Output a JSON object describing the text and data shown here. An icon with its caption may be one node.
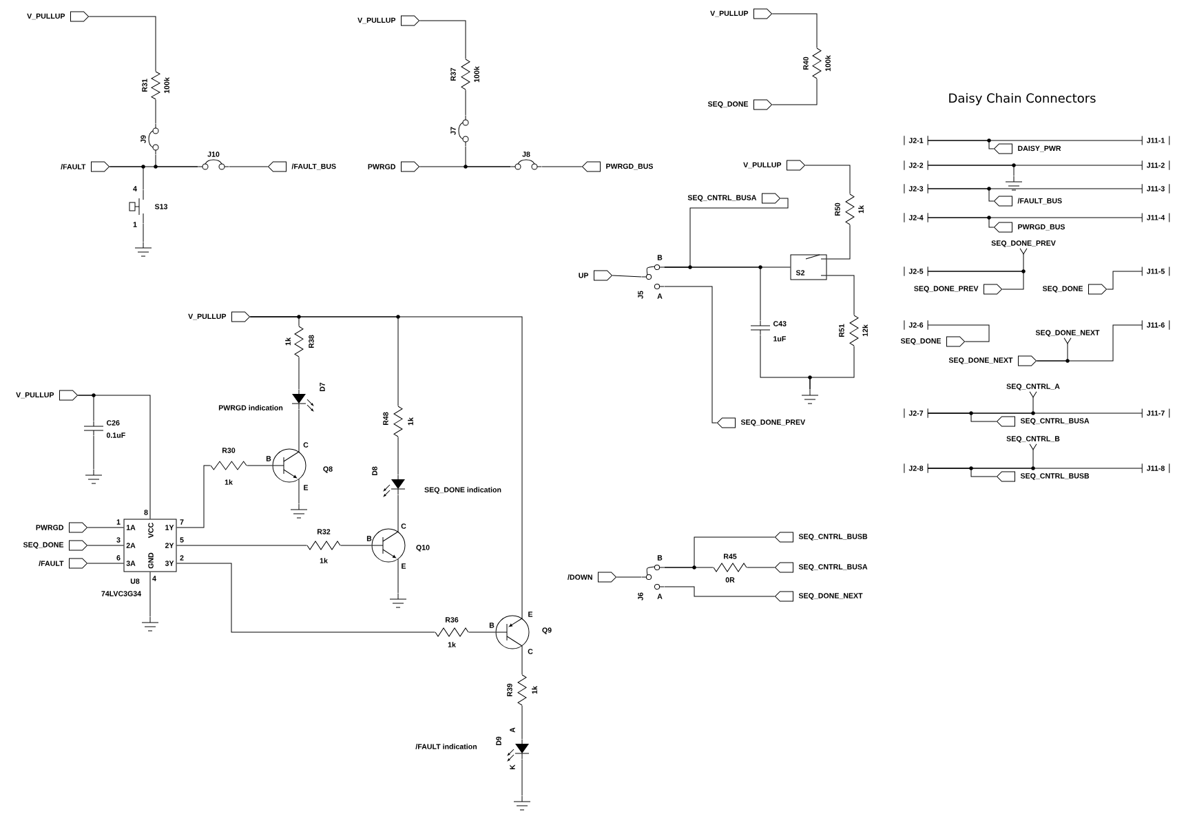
{
  "diagram": {
    "nodes": [
      {
        "text": [
          "V_PULLUP"
        ]
      },
      {
        "text": [],
        "shape": "resistor",
        "beside": [
          "R31",
          "100k"
        ]
      },
      {
        "text": [],
        "shape": "jumper",
        "beside": [
          "J9"
        ]
      },
      {
        "text": [
          "/FAULT"
        ]
      },
      {
        "text": [],
        "shape": "switch",
        "beside": [
          "4",
          "1",
          "S13"
        ]
      },
      {
        "text": [],
        "shape": "ground"
      },
      {
        "text": [],
        "shape": "jumper",
        "beside": [
          "J10"
        ]
      },
      {
        "text": [
          "/FAULT_BUS"
        ]
      },
      {
        "text": [
          "V_PULLUP"
        ]
      },
      {
        "text": [],
        "shape": "resistor",
        "beside": [
          "R37",
          "100k"
        ]
      },
      {
        "text": [],
        "shape": "jumper",
        "beside": [
          "J7"
        ]
      },
      {
        "text": [
          "PWRGD"
        ]
      },
      {
        "text": [],
        "shape": "jumper",
        "beside": [
          "J8"
        ]
      },
      {
        "text": [
          "PWRGD_BUS"
        ]
      },
      {
        "text": [
          "V_PULLUP"
        ]
      },
      {
        "text": [],
        "shape": "resistor",
        "beside": [
          "R40",
          "100k"
        ]
      },
      {
        "text": [
          "SEQ_DONE"
        ]
      },
      {
        "text": [
          "V_PULLUP"
        ]
      },
      {
        "text": [
          "SEQ_CNTRL_BUSA"
        ]
      },
      {
        "text": [
          "UP"
        ]
      },
      {
        "text": [],
        "shape": "jumper",
        "beside": [
          "B",
          "A",
          "J5"
        ]
      },
      {
        "text": [
          "S2"
        ]
      },
      {
        "text": [],
        "shape": "resistor",
        "beside": [
          "R50",
          "1k"
        ]
      },
      {
        "text": [],
        "shape": "capacitor",
        "beside": [
          "C43",
          "1uF"
        ]
      },
      {
        "text": [],
        "shape": "resistor",
        "beside": [
          "R51",
          "12k"
        ]
      },
      {
        "text": [],
        "shape": "ground"
      },
      {
        "text": [
          "SEQ_DONE_PREV"
        ]
      },
      {
        "text": [
          "J2-1"
        ]
      },
      {
        "text": [
          "J11-1"
        ]
      },
      {
        "text": [
          "DAISY_PWR"
        ]
      },
      {
        "text": [
          "J2-2"
        ]
      },
      {
        "text": [
          "J11-2"
        ]
      },
      {
        "text": [],
        "shape": "ground"
      },
      {
        "text": [
          "J2-3"
        ]
      },
      {
        "text": [
          "J11-3"
        ]
      },
      {
        "text": [
          "/FAULT_BUS"
        ]
      },
      {
        "text": [
          "J2-4"
        ]
      },
      {
        "text": [
          "J11-4"
        ]
      },
      {
        "text": [
          "PWRGD_BUS"
        ]
      },
      {
        "text": [
          "SEQ_DONE_PREV"
        ]
      },
      {
        "text": [
          "J2-5"
        ]
      },
      {
        "text": [
          "J11-5"
        ]
      },
      {
        "text": [
          "SEQ_DONE_PREV"
        ]
      },
      {
        "text": [
          "SEQ_DONE"
        ]
      },
      {
        "text": [
          "J2-6"
        ]
      },
      {
        "text": [
          "J11-6"
        ]
      },
      {
        "text": [
          "SEQ_DONE"
        ]
      },
      {
        "text": [
          "SEQ_DONE_NEXT"
        ]
      },
      {
        "text": [
          "SEQ_DONE_NEXT"
        ]
      },
      {
        "text": [
          "SEQ_CNTRL_A"
        ]
      },
      {
        "text": [
          "J2-7"
        ]
      },
      {
        "text": [
          "J11-7"
        ]
      },
      {
        "text": [
          "SEQ_CNTRL_BUSA"
        ]
      },
      {
        "text": [
          "SEQ_CNTRL_B"
        ]
      },
      {
        "text": [
          "J2-8"
        ]
      },
      {
        "text": [
          "J11-8"
        ]
      },
      {
        "text": [
          "SEQ_CNTRL_BUSB"
        ]
      },
      {
        "text": [
          "/DOWN"
        ]
      },
      {
        "text": [],
        "shape": "jumper",
        "beside": [
          "B",
          "A",
          "J6"
        ]
      },
      {
        "text": [],
        "shape": "resistor",
        "beside": [
          "R45",
          "0R"
        ]
      },
      {
        "text": [
          "SEQ_CNTRL_BUSB"
        ]
      },
      {
        "text": [
          "SEQ_CNTRL_BUSA"
        ]
      },
      {
        "text": [
          "SEQ_DONE_NEXT"
        ]
      },
      {
        "text": [
          "V_PULLUP"
        ]
      },
      {
        "text": [],
        "shape": "resistor",
        "beside": [
          "1k",
          "R38"
        ]
      },
      {
        "text": [],
        "shape": "diode",
        "beside": [
          "D7",
          "PWRGD indication"
        ]
      },
      {
        "text": [],
        "shape": "resistor",
        "beside": [
          "R48",
          "1k"
        ]
      },
      {
        "text": [
          "V_PULLUP"
        ]
      },
      {
        "text": [],
        "shape": "capacitor",
        "beside": [
          "C26",
          "0.1uF"
        ]
      },
      {
        "text": [],
        "shape": "ground"
      },
      {
        "text": [],
        "shape": "resistor",
        "beside": [
          "R30",
          "1k"
        ]
      },
      {
        "text": [],
        "shape": "transistor",
        "beside": [
          "B",
          "C",
          "E",
          "Q8"
        ]
      },
      {
        "text": [],
        "shape": "ground"
      },
      {
        "text": [],
        "shape": "diode",
        "beside": [
          "D8",
          "SEQ_DONE indication"
        ]
      },
      {
        "text": [
          "PWRGD"
        ]
      },
      {
        "text": [
          "SEQ_DONE"
        ]
      },
      {
        "text": [
          "/FAULT"
        ]
      },
      {
        "text": [
          "1A",
          "2A",
          "3A",
          "VCC",
          "GND",
          "1Y",
          "2Y",
          "3Y"
        ],
        "beside": [
          "8",
          "1",
          "3",
          "6",
          "7",
          "5",
          "2",
          "4",
          "U8",
          "74LVC3G34"
        ]
      },
      {
        "text": [],
        "shape": "resistor",
        "beside": [
          "R32",
          "1k"
        ]
      },
      {
        "text": [],
        "shape": "transistor",
        "beside": [
          "B",
          "C",
          "E",
          "Q10"
        ]
      },
      {
        "text": [],
        "shape": "ground"
      },
      {
        "text": [],
        "shape": "ground"
      },
      {
        "text": [],
        "shape": "resistor",
        "beside": [
          "R36",
          "1k"
        ]
      },
      {
        "text": [],
        "shape": "transistor",
        "beside": [
          "E",
          "B",
          "C",
          "Q9"
        ]
      },
      {
        "text": [],
        "shape": "resistor",
        "beside": [
          "R39",
          "1k"
        ]
      },
      {
        "text": [],
        "shape": "diode",
        "beside": [
          "A",
          "D9",
          "K",
          "/FAULT indication"
        ]
      },
      {
        "text": [],
        "shape": "ground"
      }
    ],
    "edges": [
      {
        "from": 0,
        "to": 1,
        "arrow": "none"
      },
      {
        "from": 1,
        "to": 2,
        "arrow": "none"
      },
      {
        "from": 3,
        "to": 6,
        "arrow": "none"
      },
      {
        "from": 4,
        "to": 3,
        "arrow": "none"
      },
      {
        "from": 2,
        "to": 6,
        "arrow": "none"
      },
      {
        "from": 4,
        "to": 5,
        "arrow": "none"
      },
      {
        "from": 6,
        "to": 7,
        "arrow": "none"
      },
      {
        "from": 8,
        "to": 9,
        "arrow": "none"
      },
      {
        "from": 9,
        "to": 10,
        "arrow": "none"
      },
      {
        "from": 11,
        "to": 12,
        "arrow": "none"
      },
      {
        "from": 10,
        "to": 12,
        "arrow": "none"
      },
      {
        "from": 12,
        "to": 13,
        "arrow": "none"
      },
      {
        "from": 14,
        "to": 15,
        "arrow": "none"
      },
      {
        "from": 16,
        "to": 15,
        "arrow": "none"
      },
      {
        "from": 17,
        "to": 22,
        "arrow": "none"
      },
      {
        "from": 22,
        "to": 21,
        "arrow": "none"
      },
      {
        "from": 19,
        "to": 20,
        "arrow": "none"
      },
      {
        "from": 20,
        "to": 21,
        "arrow": "none"
      },
      {
        "from": 18,
        "to": 20,
        "arrow": "none"
      },
      {
        "from": 23,
        "to": 20,
        "arrow": "none"
      },
      {
        "from": 21,
        "to": 24,
        "arrow": "none"
      },
      {
        "from": 24,
        "to": 25,
        "arrow": "none"
      },
      {
        "from": 23,
        "to": 25,
        "arrow": "none"
      },
      {
        "from": 20,
        "to": 26,
        "arrow": "none"
      },
      {
        "from": 27,
        "to": 28,
        "arrow": "none"
      },
      {
        "from": 29,
        "to": 27,
        "arrow": "none"
      },
      {
        "from": 30,
        "to": 31,
        "arrow": "none"
      },
      {
        "from": 32,
        "to": 30,
        "arrow": "none"
      },
      {
        "from": 33,
        "to": 34,
        "arrow": "none"
      },
      {
        "from": 35,
        "to": 33,
        "arrow": "none"
      },
      {
        "from": 36,
        "to": 37,
        "arrow": "none"
      },
      {
        "from": 38,
        "to": 36,
        "arrow": "none"
      },
      {
        "from": 39,
        "to": 40,
        "arrow": "other"
      },
      {
        "from": 40,
        "to": 42,
        "arrow": "none"
      },
      {
        "from": 41,
        "to": 43,
        "arrow": "none"
      },
      {
        "from": 44,
        "to": 46,
        "arrow": "none"
      },
      {
        "from": 45,
        "to": 48,
        "arrow": "none"
      },
      {
        "from": 47,
        "to": 48,
        "arrow": "other"
      },
      {
        "from": 50,
        "to": 51,
        "arrow": "none"
      },
      {
        "from": 49,
        "to": 50,
        "arrow": "other"
      },
      {
        "from": 52,
        "to": 50,
        "arrow": "none"
      },
      {
        "from": 54,
        "to": 55,
        "arrow": "none"
      },
      {
        "from": 53,
        "to": 54,
        "arrow": "other"
      },
      {
        "from": 56,
        "to": 54,
        "arrow": "none"
      },
      {
        "from": 57,
        "to": 58,
        "arrow": "none"
      },
      {
        "from": 58,
        "to": 59,
        "arrow": "none"
      },
      {
        "from": 58,
        "to": 60,
        "arrow": "none"
      },
      {
        "from": 59,
        "to": 61,
        "arrow": "none"
      },
      {
        "from": 58,
        "to": 62,
        "arrow": "none"
      },
      {
        "from": 63,
        "to": 64,
        "arrow": "none"
      },
      {
        "from": 64,
        "to": 65,
        "arrow": "none"
      },
      {
        "from": 65,
        "to": 71,
        "arrow": "none"
      },
      {
        "from": 70,
        "to": 71,
        "arrow": "none"
      },
      {
        "from": 77,
        "to": 70,
        "arrow": "none"
      },
      {
        "from": 71,
        "to": 72,
        "arrow": "none"
      },
      {
        "from": 63,
        "to": 66,
        "arrow": "none"
      },
      {
        "from": 66,
        "to": 73,
        "arrow": "none"
      },
      {
        "from": 73,
        "to": 79,
        "arrow": "none"
      },
      {
        "from": 77,
        "to": 78,
        "arrow": "none"
      },
      {
        "from": 78,
        "to": 79,
        "arrow": "none"
      },
      {
        "from": 79,
        "to": 81,
        "arrow": "none"
      },
      {
        "from": 67,
        "to": 77,
        "arrow": "none"
      },
      {
        "from": 68,
        "to": 67,
        "arrow": "none"
      },
      {
        "from": 68,
        "to": 69,
        "arrow": "none"
      },
      {
        "from": 74,
        "to": 77,
        "arrow": "none"
      },
      {
        "from": 75,
        "to": 77,
        "arrow": "none"
      },
      {
        "from": 76,
        "to": 77,
        "arrow": "none"
      },
      {
        "from": 77,
        "to": 80,
        "arrow": "none"
      },
      {
        "from": 77,
        "to": 82,
        "arrow": "none"
      },
      {
        "from": 82,
        "to": 83,
        "arrow": "none"
      },
      {
        "from": 63,
        "to": 83,
        "arrow": "none"
      },
      {
        "from": 83,
        "to": 84,
        "arrow": "none"
      },
      {
        "from": 84,
        "to": 85,
        "arrow": "none"
      },
      {
        "from": 85,
        "to": 86,
        "arrow": "none"
      }
    ],
    "labels": [
      "Daisy Chain Connectors"
    ]
  }
}
